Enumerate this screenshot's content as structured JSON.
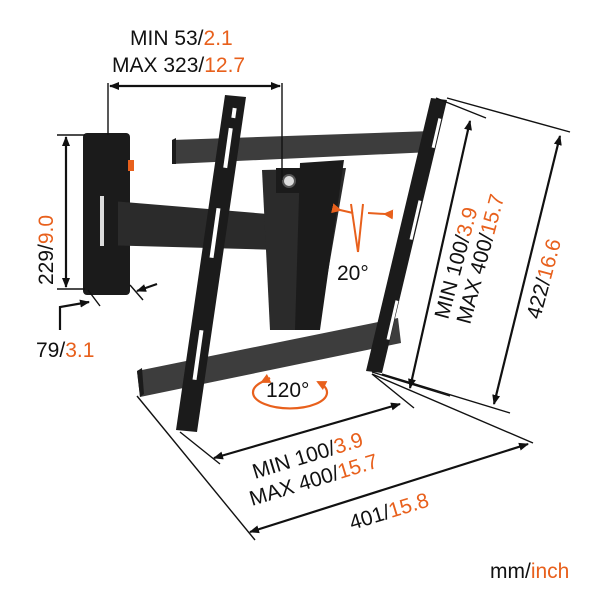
{
  "diagram": {
    "title": "TV wall mount dimension drawing",
    "unit_legend": {
      "primary": "mm/",
      "secondary": "inch"
    },
    "accent_color": "#e8601c",
    "text_color": "#111111",
    "dimensions": {
      "arm_extension": {
        "min_line": {
          "prefix": "MIN 53/",
          "value_inch": "2.1"
        },
        "max_line": {
          "prefix": "MAX 323/",
          "value_inch": "12.7"
        }
      },
      "wall_plate_height": {
        "mm": "229/",
        "inch": "9.0"
      },
      "wall_plate_depth": {
        "mm": "79/",
        "inch": "3.1"
      },
      "vertical_vesa": {
        "min_line": {
          "prefix": "MIN 100/",
          "value_inch": "3.9"
        },
        "max_line": {
          "prefix": "MAX 400/",
          "value_inch": "15.7"
        }
      },
      "overall_height": {
        "mm": "422/",
        "inch": "16.6"
      },
      "horizontal_vesa": {
        "min_line": {
          "prefix": "MIN 100/",
          "value_inch": "3.9"
        },
        "max_line": {
          "prefix": "MAX 400/",
          "value_inch": "15.7"
        }
      },
      "overall_width": {
        "mm": "401/",
        "inch": "15.8"
      }
    },
    "angles": {
      "tilt": "20°",
      "swivel": "120°"
    }
  }
}
